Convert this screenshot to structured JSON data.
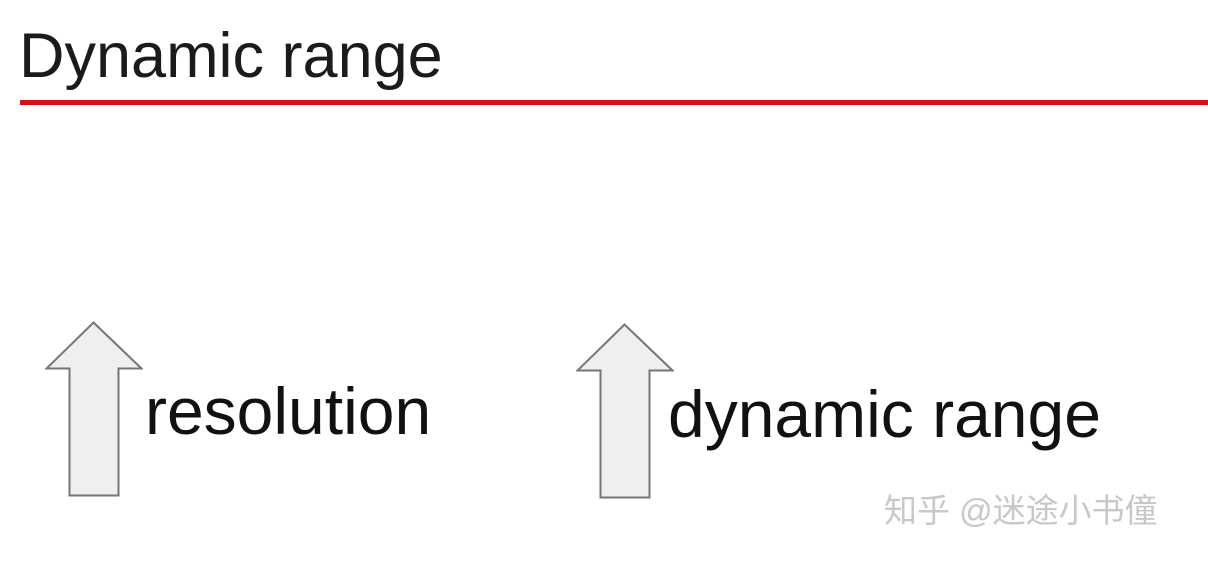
{
  "slide": {
    "title": "Dynamic range",
    "background_color": "#ffffff",
    "text_color": "#1b1b1b",
    "accent_rule_color": "#d01217",
    "items": [
      {
        "icon": "up-arrow",
        "label": "resolution"
      },
      {
        "icon": "up-arrow",
        "label": "dynamic range"
      }
    ],
    "arrow_style": {
      "fill": "#efefef",
      "stroke": "#767676"
    },
    "watermark": {
      "text": "知乎 @迷途小书僮",
      "color": "#c8c8c8"
    }
  }
}
